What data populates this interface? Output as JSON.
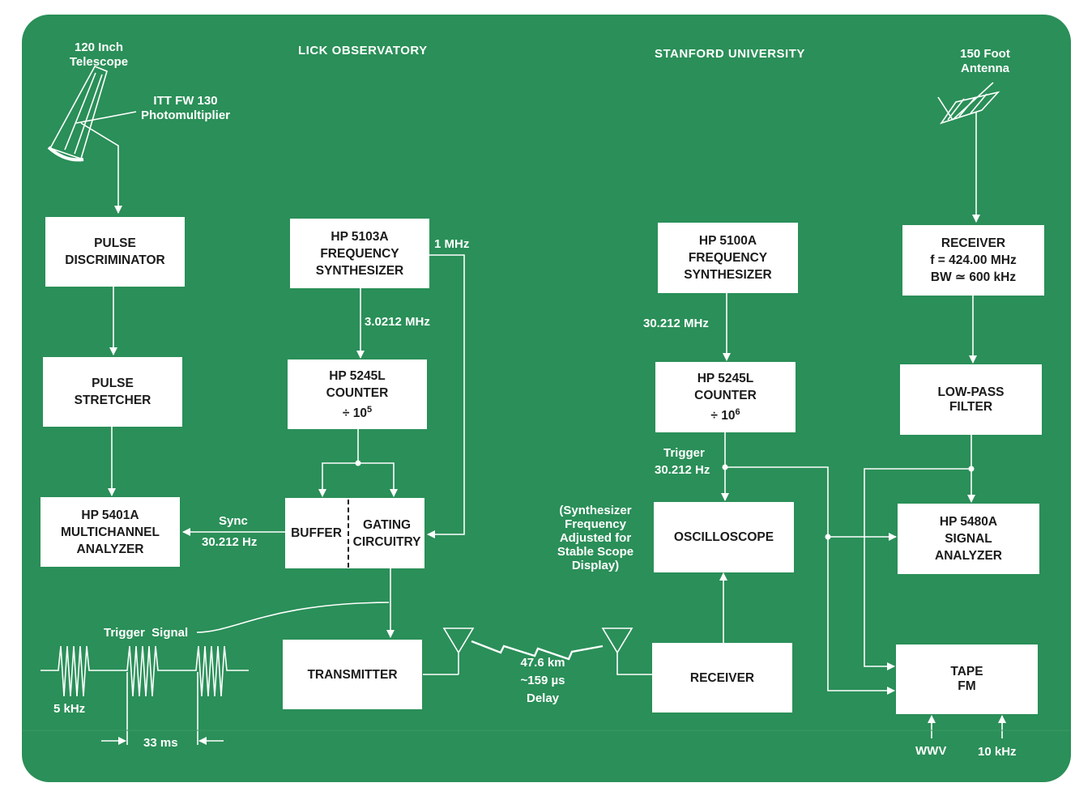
{
  "headers": {
    "left": "LICK OBSERVATORY",
    "right": "STANFORD UNIVERSITY"
  },
  "telescope": {
    "line1": "120 Inch",
    "line2": "Telescope"
  },
  "photomultiplier": {
    "line1": "ITT FW 130",
    "line2": "Photomultiplier"
  },
  "antenna": {
    "line1": "150 Foot",
    "line2": "Antenna"
  },
  "boxes": {
    "pulse_discriminator": [
      "PULSE",
      "DISCRIMINATOR"
    ],
    "pulse_stretcher": [
      "PULSE",
      "STRETCHER"
    ],
    "multichannel_analyzer": [
      "HP 5401A",
      "MULTICHANNEL",
      "ANALYZER"
    ],
    "synth_left": [
      "HP 5103A",
      "FREQUENCY",
      "SYNTHESIZER"
    ],
    "counter_left": {
      "line1": "HP 5245L",
      "line2": "COUNTER",
      "div": "÷ 10",
      "exp": "5"
    },
    "buffer": "BUFFER",
    "gating": [
      "GATING",
      "CIRCUITRY"
    ],
    "transmitter": "TRANSMITTER",
    "synth_right": [
      "HP 5100A",
      "FREQUENCY",
      "SYNTHESIZER"
    ],
    "counter_right": {
      "line1": "HP 5245L",
      "line2": "COUNTER",
      "div": "÷ 10",
      "exp": "6"
    },
    "oscilloscope": "OSCILLOSCOPE",
    "receiver_bottom": "RECEIVER",
    "receiver_top": [
      "RECEIVER",
      "f = 424.00 MHz",
      "BW ≃ 600 kHz"
    ],
    "low_pass": [
      "LOW-PASS",
      "FILTER"
    ],
    "signal_analyzer": [
      "HP 5480A",
      "SIGNAL",
      "ANALYZER"
    ],
    "tape": [
      "TAPE",
      "FM"
    ]
  },
  "labels": {
    "mhz1": "1 MHz",
    "mhz_left": "3.0212 MHz",
    "mhz_right": "30.212 MHz",
    "sync": "Sync",
    "sync_freq": "30.212 Hz",
    "trigger": "Trigger",
    "trigger_freq": "30.212 Hz",
    "trigger_signal": "Trigger  Signal",
    "khz5": "5 kHz",
    "ms33": "33 ms",
    "link_km": "47.6 km",
    "link_us": "~159 µs",
    "link_delay": "Delay",
    "synth_note": [
      "(Synthesizer",
      "Frequency",
      "Adjusted for",
      "Stable Scope",
      "Display)"
    ],
    "wwv": "WWV",
    "khz10": "10 kHz"
  },
  "colors": {
    "background": "#2a8f58",
    "box": "#ffffff",
    "line": "#ffffff"
  }
}
